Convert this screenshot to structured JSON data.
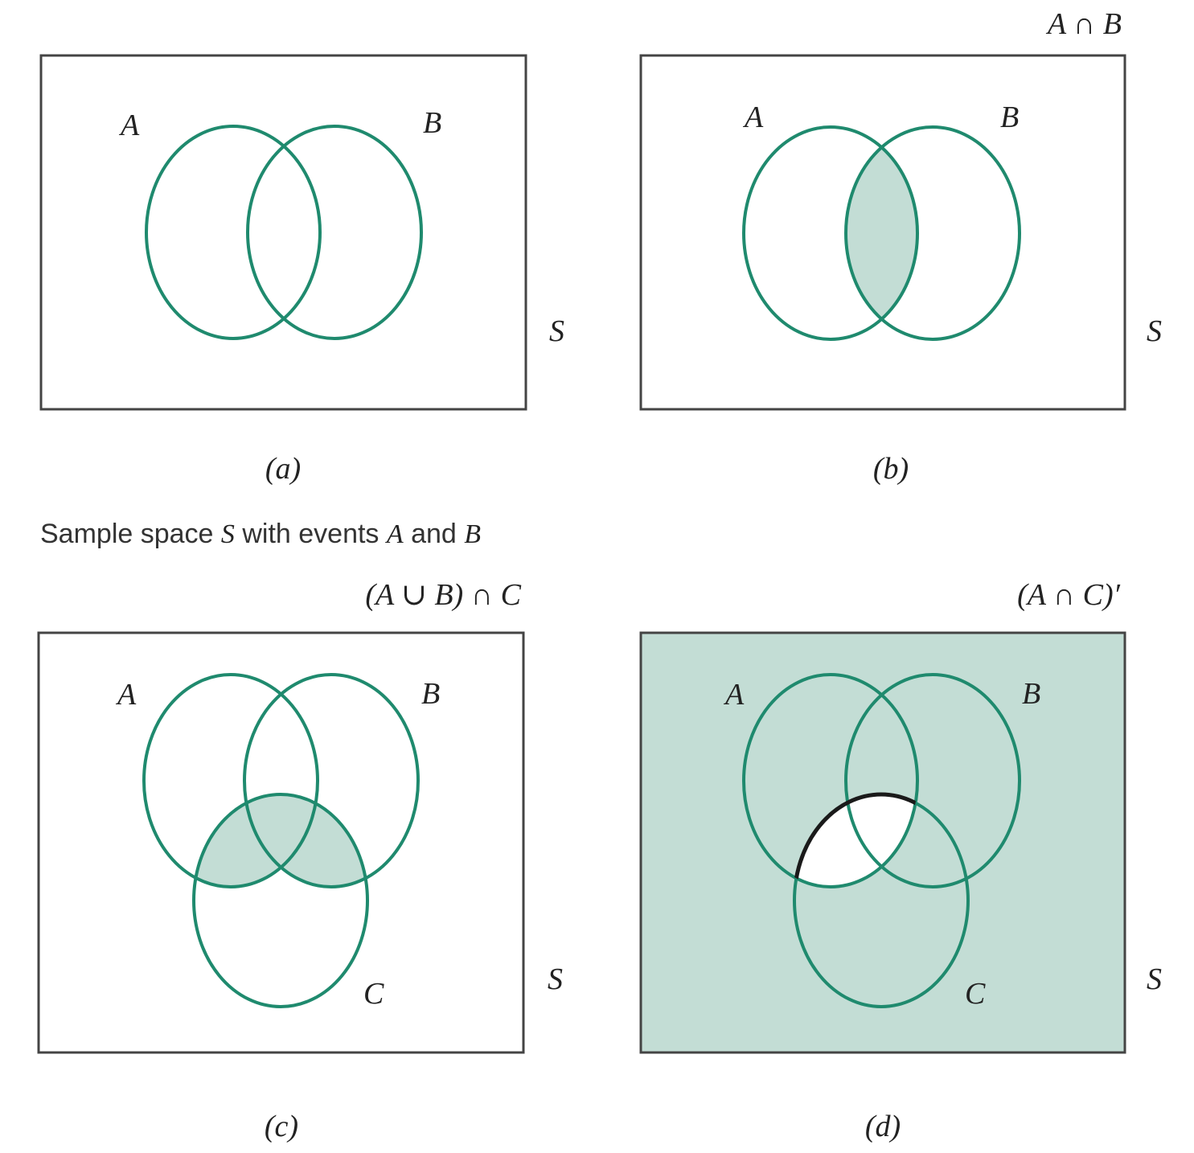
{
  "colors": {
    "circle_stroke": "#1f8a6e",
    "shade_fill": "#c3ddd5",
    "frame_stroke": "#444444",
    "complement_outline": "#1a1a1a",
    "background": "#ffffff",
    "text": "#222222"
  },
  "caption": {
    "prefix": "Sample space ",
    "s": "S",
    "mid": " with events ",
    "a": "A",
    "and": " and ",
    "b": "B"
  },
  "panels": {
    "a": {
      "label": "(a)",
      "title": "",
      "event_a": "A",
      "event_b": "B",
      "space": "S"
    },
    "b": {
      "label": "(b)",
      "title": "A ∩ B",
      "event_a": "A",
      "event_b": "B",
      "space": "S"
    },
    "c": {
      "label": "(c)",
      "title": "(A ∪ B) ∩ C",
      "event_a": "A",
      "event_b": "B",
      "event_c": "C",
      "space": "S"
    },
    "d": {
      "label": "(d)",
      "title": "(A ∩ C)′",
      "event_a": "A",
      "event_b": "B",
      "event_c": "C",
      "space": "S"
    }
  }
}
